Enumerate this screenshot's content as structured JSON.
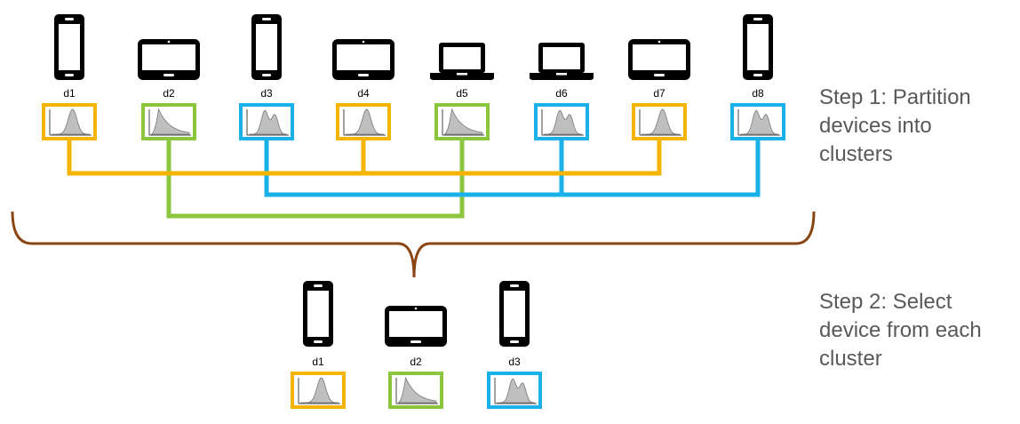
{
  "colors": {
    "orange": "#f5b400",
    "green": "#8cc63f",
    "blue": "#1ab0e8",
    "brace": "#8b4513",
    "step_text": "#595959",
    "histogram_fill": "#bfbfbf"
  },
  "icons": {
    "phone": "smartphone-icon",
    "tablet": "tablet-icon",
    "laptop": "laptop-icon",
    "histogram": "distribution-histogram-icon"
  },
  "step1": {
    "devices": [
      {
        "label": "d1",
        "type": "phone",
        "cluster": "orange",
        "shape": "bell"
      },
      {
        "label": "d2",
        "type": "tablet",
        "cluster": "green",
        "shape": "skew"
      },
      {
        "label": "d3",
        "type": "phone",
        "cluster": "blue",
        "shape": "bimodal"
      },
      {
        "label": "d4",
        "type": "tablet",
        "cluster": "orange",
        "shape": "bell"
      },
      {
        "label": "d5",
        "type": "laptop",
        "cluster": "green",
        "shape": "skew"
      },
      {
        "label": "d6",
        "type": "laptop",
        "cluster": "blue",
        "shape": "bimodal"
      },
      {
        "label": "d7",
        "type": "tablet",
        "cluster": "orange",
        "shape": "bell"
      },
      {
        "label": "d8",
        "type": "phone",
        "cluster": "blue",
        "shape": "bimodal"
      }
    ],
    "caption": [
      "Step 1: Partition",
      "devices into",
      "clusters"
    ]
  },
  "step2": {
    "devices": [
      {
        "label": "d1",
        "type": "phone",
        "cluster": "orange",
        "shape": "bell"
      },
      {
        "label": "d2",
        "type": "tablet",
        "cluster": "green",
        "shape": "skew"
      },
      {
        "label": "d3",
        "type": "phone",
        "cluster": "blue",
        "shape": "bimodal"
      }
    ],
    "caption": [
      "Step 2: Select",
      "device from each",
      "cluster"
    ]
  }
}
